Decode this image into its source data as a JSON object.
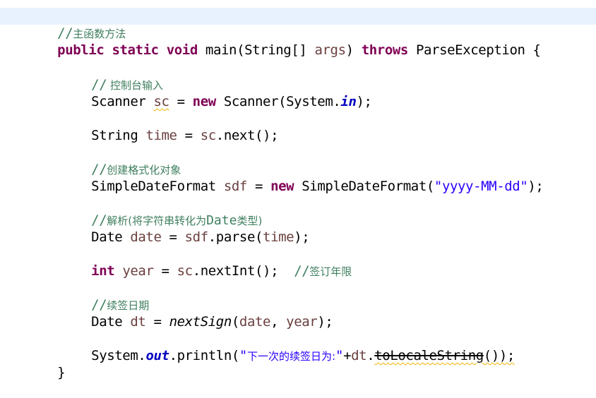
{
  "editor": {
    "current_line_color": "#e8f2fe",
    "colors": {
      "keyword": "#7f0055",
      "local_variable": "#6a3e3e",
      "static_field": "#0000c0",
      "string": "#2a00ff",
      "comment": "#3f7f5f",
      "warning_underline": "#f0b400"
    },
    "lines": {
      "l1": {
        "comment": "主函数方法"
      },
      "l2": {
        "kw_public": "public",
        "kw_static": "static",
        "kw_void": "void",
        "method": "main",
        "param_type": "(String[] ",
        "param_name": "args",
        "close": ") ",
        "kw_throws": "throws",
        "exception": " ParseException {"
      },
      "l3": {
        "comment": " 控制台输入"
      },
      "l4": {
        "type": "Scanner ",
        "var": "sc",
        "eq": " = ",
        "kw_new": "new",
        "ctor": " Scanner(System.",
        "field": "in",
        "end": ");"
      },
      "l5": {
        "type": "String ",
        "var": "time",
        "eq": " = ",
        "obj": "sc",
        "call": ".next();"
      },
      "l6": {
        "comment": "创建格式化对象"
      },
      "l7": {
        "type": "SimpleDateFormat ",
        "var": "sdf",
        "eq": " = ",
        "kw_new": "new",
        "ctor": " SimpleDateFormat(",
        "string": "\"yyyy-MM-dd\"",
        "end": ");"
      },
      "l8": {
        "comment_a": "解析(将字符串转化为",
        "comment_b": "Date",
        "comment_c": "类型)"
      },
      "l9": {
        "type": "Date ",
        "var": "date",
        "eq": " = ",
        "obj": "sdf",
        "call": ".parse(",
        "arg": "time",
        "end": ");"
      },
      "l10": {
        "kw_int": "int",
        "sp": " ",
        "var": "year",
        "eq": " = ",
        "obj": "sc",
        "call": ".nextInt();  ",
        "comment": "签订年限"
      },
      "l11": {
        "comment": "续签日期"
      },
      "l12": {
        "type": "Date ",
        "var": "dt",
        "eq": " = ",
        "method": "nextSign",
        "open": "(",
        "arg1": "date",
        "sep": ", ",
        "arg2": "year",
        "end": ");"
      },
      "l13": {
        "prefix": "System.",
        "field": "out",
        "call": ".println(",
        "str_open": "\"",
        "str_cjk": "下一次的续签日为:",
        "str_close": "\"",
        "plus": "+",
        "var": "dt",
        "dot": ".",
        "deprecated_method": "toLocaleString",
        "end": "());"
      },
      "l14": {
        "brace": "}"
      }
    }
  }
}
